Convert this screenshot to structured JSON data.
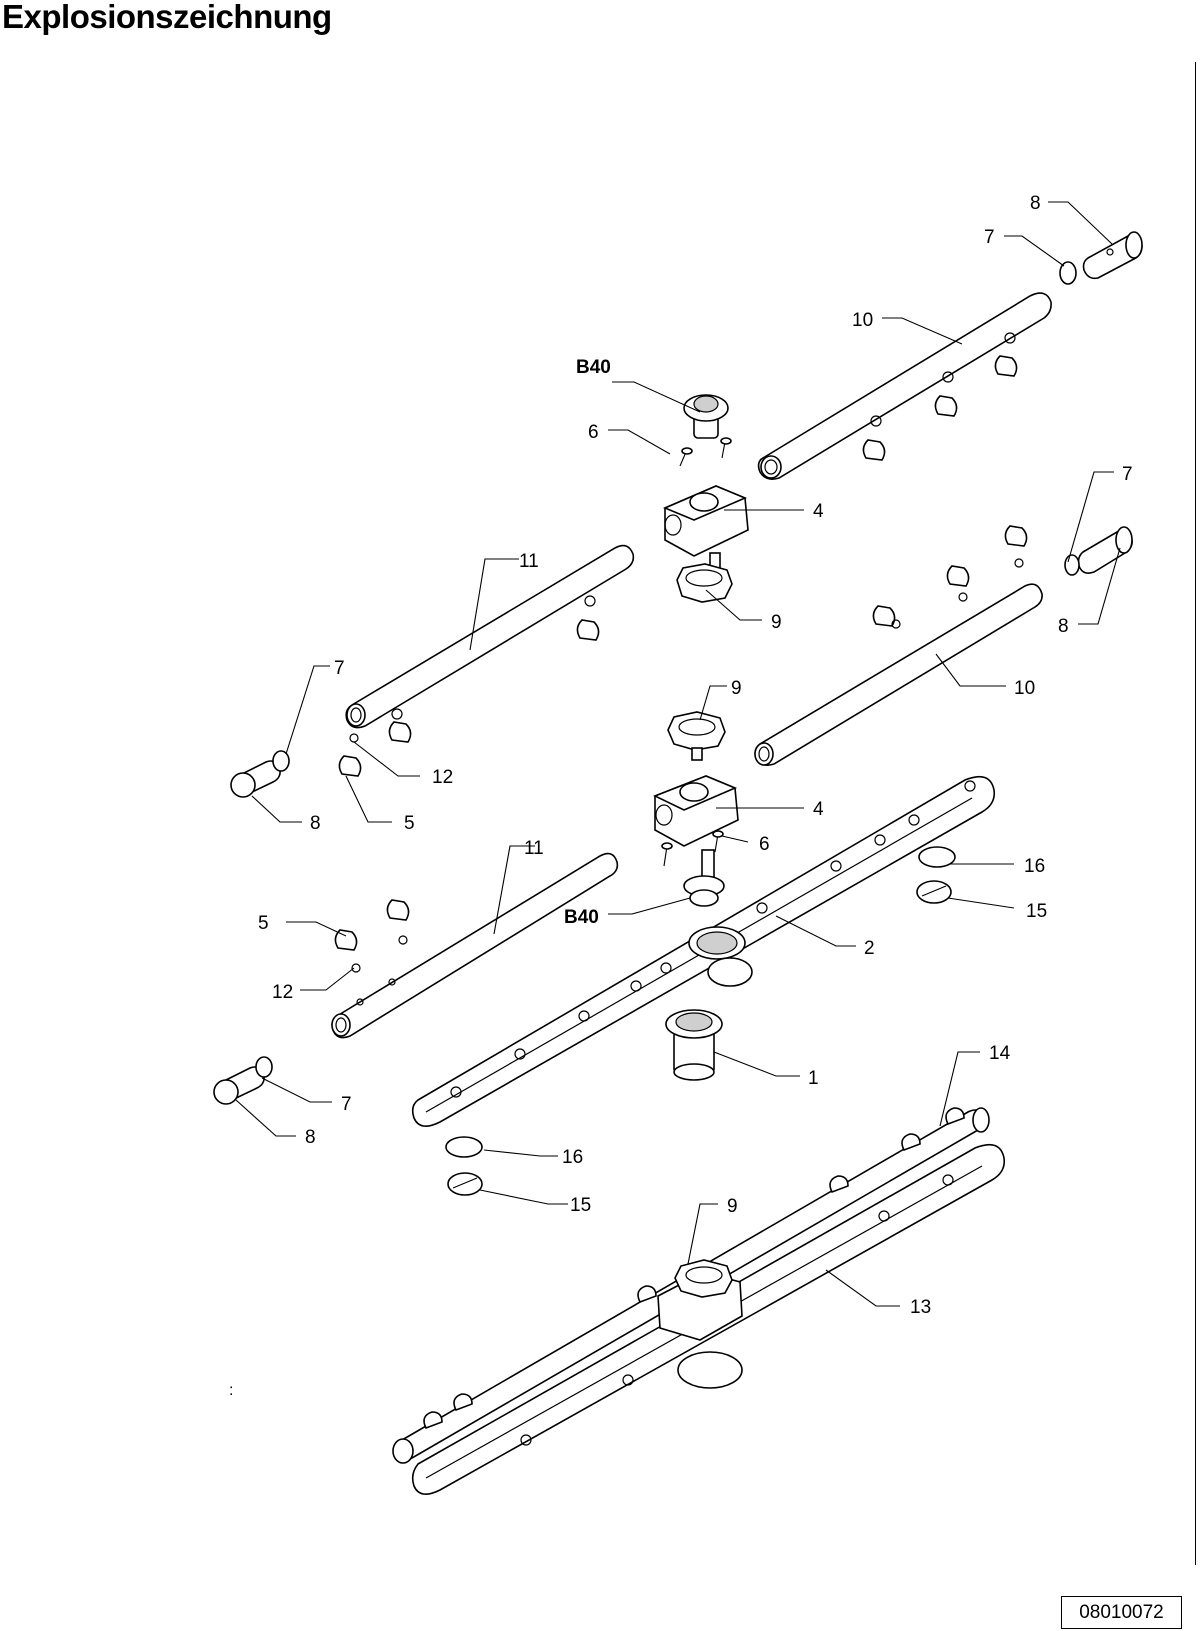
{
  "header": {
    "title": "Explosionszeichnung"
  },
  "footer": {
    "doc_id": "08010072",
    "mark": ":"
  },
  "labels": {
    "l8a": "8",
    "l7a": "7",
    "l10a": "10",
    "lB40a": "B40",
    "l6a": "6",
    "l4a": "4",
    "l11a": "11",
    "l9a": "9",
    "l7b": "7",
    "l8b": "8",
    "l10b": "10",
    "l7c": "7",
    "l9b": "9",
    "l12a": "12",
    "l8c": "8",
    "l5a": "5",
    "l4b": "4",
    "l6b": "6",
    "l11b": "11",
    "l16a": "16",
    "l15a": "15",
    "l5b": "5",
    "lB40b": "B40",
    "l2": "2",
    "l12b": "12",
    "l1": "1",
    "l7d": "7",
    "l8d": "8",
    "l14": "14",
    "l16b": "16",
    "l15b": "15",
    "l9c": "9",
    "l13": "13"
  }
}
